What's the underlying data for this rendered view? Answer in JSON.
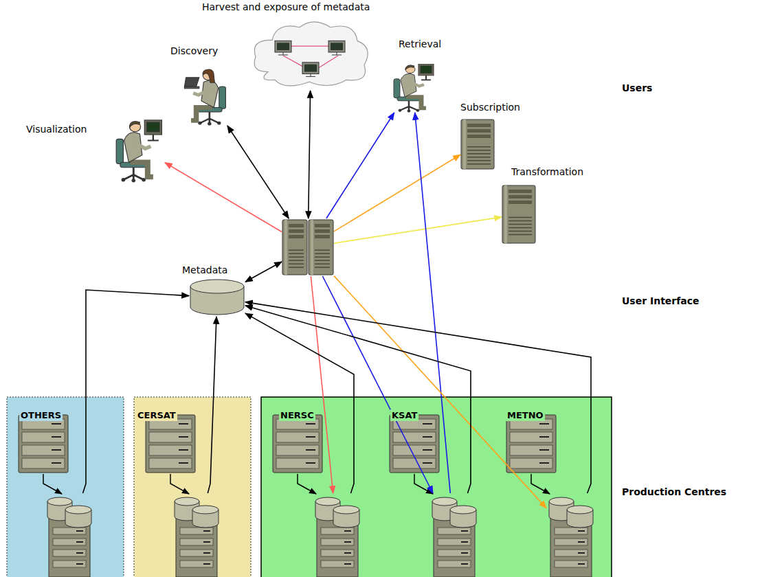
{
  "diagram": {
    "nodes": [
      {
        "text": [
          "Harvest and exposure of metadata"
        ]
      },
      {
        "text": [
          "Discovery"
        ]
      },
      {
        "text": [
          "Retrieval"
        ]
      },
      {
        "text": [
          "Subscription"
        ]
      },
      {
        "text": [
          "Visualization"
        ]
      },
      {
        "text": [
          "Transformation"
        ]
      },
      {
        "text": []
      },
      {
        "text": [
          "Metadata"
        ]
      },
      {
        "text": [
          "OTHERS"
        ]
      },
      {
        "text": [
          "CERSAT"
        ]
      },
      {
        "text": [
          "NERSC"
        ]
      },
      {
        "text": [
          "KSAT"
        ]
      },
      {
        "text": [
          "METNO"
        ]
      }
    ],
    "edges": [
      {
        "from": 1,
        "to": 6,
        "arrow": "both"
      },
      {
        "from": 0,
        "to": 6,
        "arrow": "both"
      },
      {
        "from": 6,
        "to": 4,
        "arrow": "to"
      },
      {
        "from": 6,
        "to": 2,
        "arrow": "to"
      },
      {
        "from": 6,
        "to": 3,
        "arrow": "to"
      },
      {
        "from": 6,
        "to": 5,
        "arrow": "to"
      },
      {
        "from": 7,
        "to": 6,
        "arrow": "both"
      },
      {
        "from": 6,
        "to": 10,
        "arrow": "to"
      },
      {
        "from": 6,
        "to": 11,
        "arrow": "to"
      },
      {
        "from": 11,
        "to": 2,
        "arrow": "to"
      },
      {
        "from": 6,
        "to": 12,
        "arrow": "to"
      },
      {
        "from": 8,
        "to": 7,
        "arrow": "to"
      },
      {
        "from": 9,
        "to": 7,
        "arrow": "to"
      },
      {
        "from": 10,
        "to": 7,
        "arrow": "to"
      },
      {
        "from": 11,
        "to": 7,
        "arrow": "to"
      },
      {
        "from": 12,
        "to": 7,
        "arrow": "to"
      }
    ],
    "labels": [
      "Users",
      "User Interface",
      "Production Centres"
    ]
  }
}
